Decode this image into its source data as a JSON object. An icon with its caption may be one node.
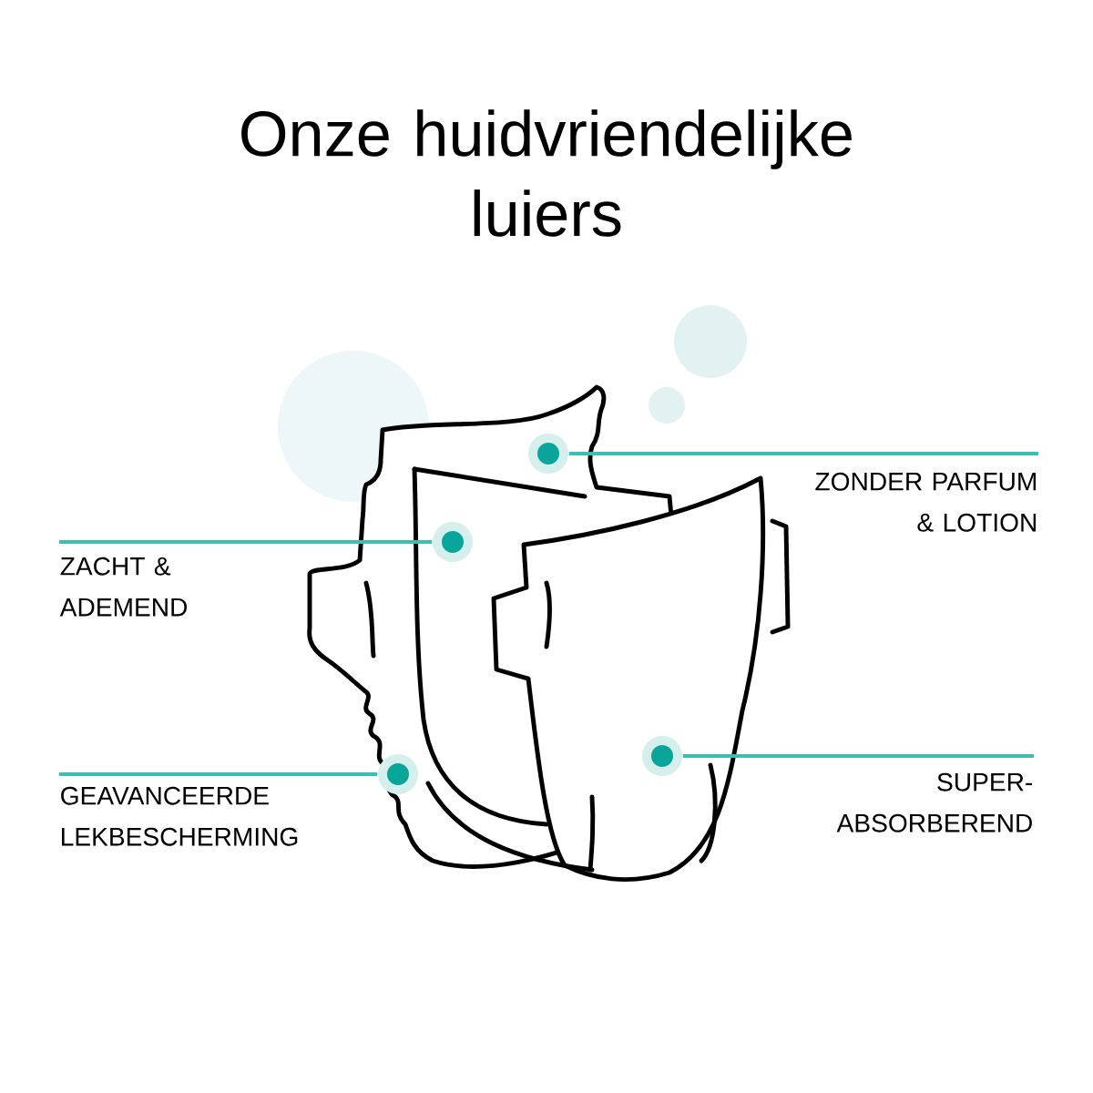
{
  "diagram": {
    "title": "Onze huidvriendelijke luiers",
    "nodes": [
      {
        "text": [
          "ZONDER PARFUM & LOTION"
        ]
      },
      {
        "text": [
          "ZACHT & ADEMEND"
        ]
      },
      {
        "text": [
          "SUPER- ABSORBEREND"
        ]
      },
      {
        "text": [
          "GEAVANCEERDE LEKBESCHERMING"
        ]
      },
      {
        "text": [],
        "shape": "circle"
      },
      {
        "text": [],
        "shape": "circle"
      },
      {
        "text": [],
        "shape": "circle"
      },
      {
        "text": [],
        "shape": "circle"
      }
    ],
    "edges": [
      {
        "from": 0,
        "to": 6,
        "arrow": "none"
      },
      {
        "from": 1,
        "to": 5,
        "arrow": "none"
      },
      {
        "from": 2,
        "to": 7,
        "arrow": "none"
      },
      {
        "from": 3,
        "to": 4,
        "arrow": "none"
      }
    ]
  }
}
